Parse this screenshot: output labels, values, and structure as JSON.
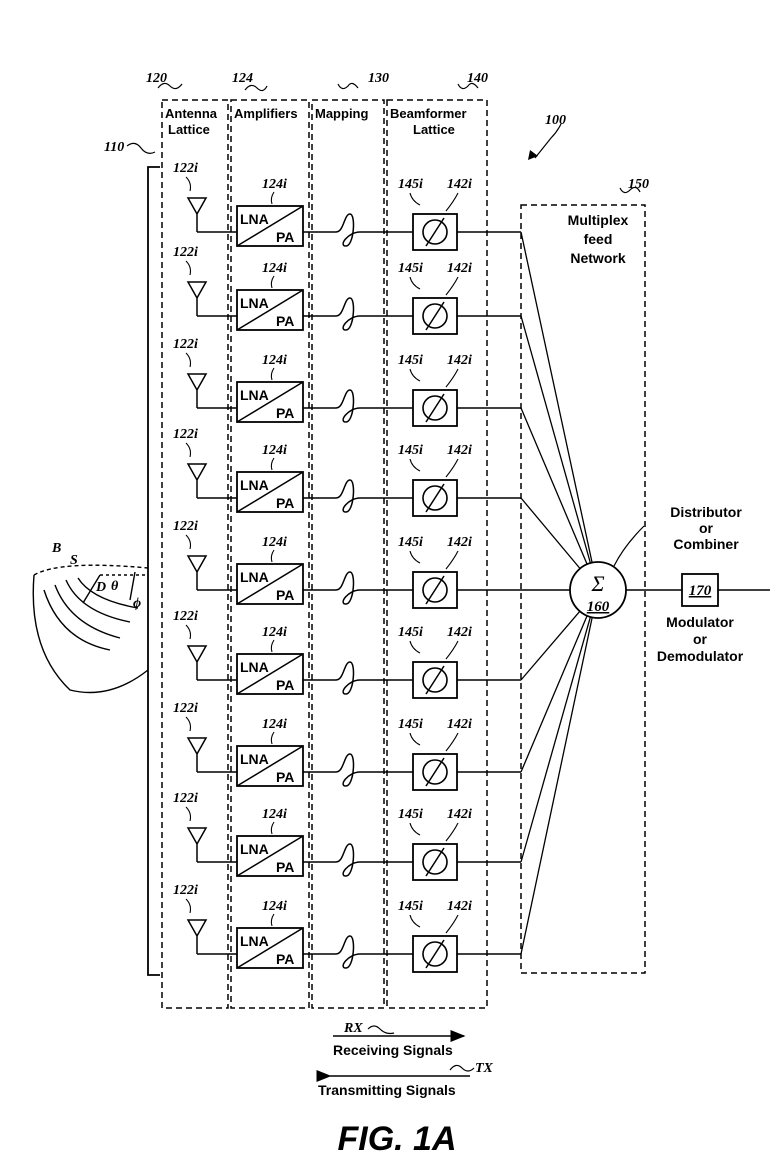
{
  "figure": {
    "ref_system": "100",
    "ref_reflector": "110",
    "ref_antenna_lattice": "120",
    "ref_amplifiers": "124",
    "ref_mapping": "130",
    "ref_beamformer_lattice": "140",
    "ref_feed_network": "150",
    "ref_combiner": "160",
    "ref_modulator": "170",
    "caption": "FIG. 1A"
  },
  "columns": {
    "antenna_lattice": [
      "Antenna",
      "Lattice"
    ],
    "amplifiers": "Amplifiers",
    "mapping": "Mapping",
    "beamformer_lattice": [
      "Beamformer",
      "Lattice"
    ]
  },
  "element_labels": {
    "antenna": "122i",
    "amplifier": "124i",
    "phase_shifter_a": "145i",
    "phase_shifter_b": "142i",
    "lna": "LNA",
    "pa": "PA",
    "phase_symbol": "∅"
  },
  "feed_network": [
    "Multiplex",
    "feed",
    "Network"
  ],
  "combiner": {
    "symbol": "Σ",
    "label": [
      "Distributor",
      "or",
      "Combiner"
    ]
  },
  "modulator": [
    "Modulator",
    "or",
    "Demodulator"
  ],
  "reflector": {
    "B": "B",
    "S": "S",
    "D": "D",
    "theta": "θ",
    "phi": "ϕ"
  },
  "signals": {
    "rx_tag": "RX",
    "rx_text": "Receiving Signals",
    "tx_tag": "TX",
    "tx_text": "Transmitting Signals"
  }
}
